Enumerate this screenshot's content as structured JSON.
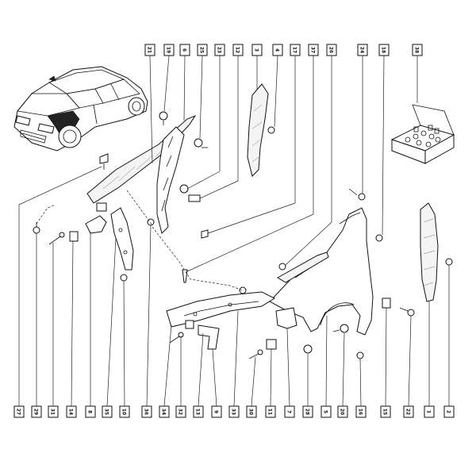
{
  "diagram": {
    "top_labels": [
      {
        "id": "t21",
        "text": "21"
      },
      {
        "id": "t19",
        "text": "19"
      },
      {
        "id": "t6",
        "text": "6"
      },
      {
        "id": "t25",
        "text": "25"
      },
      {
        "id": "t23",
        "text": "23"
      },
      {
        "id": "t12",
        "text": "12"
      },
      {
        "id": "t3",
        "text": "3"
      },
      {
        "id": "t4",
        "text": "4"
      },
      {
        "id": "t17",
        "text": "17"
      },
      {
        "id": "t37",
        "text": "37"
      },
      {
        "id": "t26",
        "text": "26"
      },
      {
        "id": "t24",
        "text": "24"
      },
      {
        "id": "t18",
        "text": "18"
      },
      {
        "id": "t38",
        "text": "38"
      }
    ],
    "bottom_labels": [
      {
        "id": "b27",
        "text": "27"
      },
      {
        "id": "b29",
        "text": "29"
      },
      {
        "id": "b31",
        "text": "31"
      },
      {
        "id": "b14",
        "text": "14"
      },
      {
        "id": "b8",
        "text": "8"
      },
      {
        "id": "b35",
        "text": "35"
      },
      {
        "id": "b10",
        "text": "10"
      },
      {
        "id": "b36",
        "text": "36"
      },
      {
        "id": "b34",
        "text": "34"
      },
      {
        "id": "b32",
        "text": "32"
      },
      {
        "id": "b13",
        "text": "13"
      },
      {
        "id": "b9",
        "text": "9"
      },
      {
        "id": "b33",
        "text": "33"
      },
      {
        "id": "b30",
        "text": "30"
      },
      {
        "id": "b11",
        "text": "11"
      },
      {
        "id": "b7",
        "text": "7"
      },
      {
        "id": "b28",
        "text": "28"
      },
      {
        "id": "b5",
        "text": "5"
      },
      {
        "id": "b20",
        "text": "20"
      },
      {
        "id": "b16",
        "text": "16"
      },
      {
        "id": "b15",
        "text": "15"
      },
      {
        "id": "b22",
        "text": "22"
      },
      {
        "id": "b1",
        "text": "1"
      },
      {
        "id": "b2",
        "text": "2"
      }
    ]
  }
}
